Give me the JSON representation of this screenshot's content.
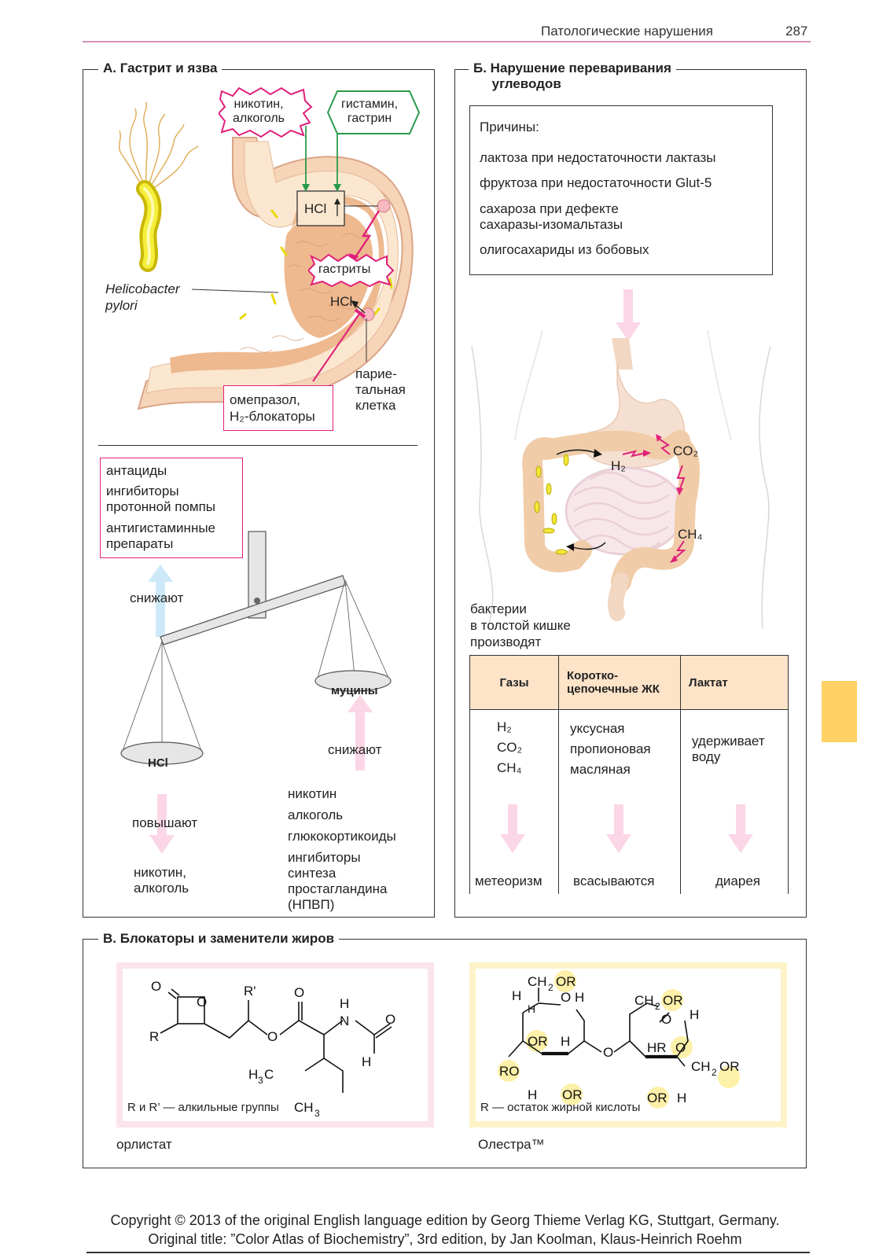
{
  "header": {
    "title": "Патологические нарушения",
    "page": "287"
  },
  "panelA": {
    "title": "А. Гастрит и язва",
    "stress": "никотин,\nалкоголь",
    "hormones": "гистамин,\nгастрин",
    "hcl_top": "HCl",
    "gastritis": "гастриты",
    "hcl_lower": "HCl",
    "bacterium": "Helicobacter\npylori",
    "parietal": "парие-\nтальная\nклетка",
    "drug_label": "омепразол,\nH₂-блокаторы",
    "drugs": [
      "антациды",
      "ингибиторы\nпротонной помпы",
      "антигистаминные\nпрепараты"
    ],
    "left_lower": "снижают",
    "right_lower": "снижают",
    "left_raise": "повышают",
    "hcl_pan": "HCl",
    "mucin_pan": "муцины",
    "left_causes": "никотин,\nалкоголь",
    "right_causes": [
      "никотин",
      "алкоголь",
      "глюкокортикоиды",
      "ингибиторы\nсинтеза\nпростагландина\n(НПВП)"
    ]
  },
  "panelB": {
    "title": "Б. Нарушение переваривания\n     углеводов",
    "causes_title": "Причины:",
    "causes": [
      "лактоза при недостаточности лактазы",
      "фруктоза при недостаточности Glut-5",
      "сахароза при дефекте\nсахаразы-изомальтазы",
      "олигосахариды из бобовых"
    ],
    "gas_h2": "H₂",
    "gas_co2": "CO₂",
    "gas_ch4": "CH₄",
    "bacteria_text": "бактерии\nв толстой кишке\nпроизводят",
    "table": {
      "headers": [
        "Газы",
        "Коротко-\nцепочечные ЖК",
        "Лактат"
      ],
      "col1": [
        "H₂",
        "CO₂",
        "CH₄"
      ],
      "col2": [
        "уксусная",
        "пропионовая",
        "масляная"
      ],
      "col3": "удерживает\nводу",
      "results": [
        "метеоризм",
        "всасываются",
        "диарея"
      ]
    }
  },
  "panelC": {
    "title": "В. Блокаторы и заменители жиров",
    "orlistat_note": "R и R’ — алкильные группы",
    "orlistat_name": "орлистат",
    "olestra_note": "R — остаток жирной кислоты",
    "olestra_name": "Олестра™"
  },
  "footer": {
    "line1": "Copyright © 2013 of the original English language edition by Georg Thieme Verlag KG, Stuttgart, Germany.",
    "line2": "Original title: ”Color Atlas of Biochemistry”, 3rd edition, by Jan Koolman, Klaus-Heinrich Roehm"
  },
  "colors": {
    "magenta": "#e0207a",
    "green": "#2a9a4a",
    "gold_tab": "#ffd266",
    "table_header": "#fde3c8"
  }
}
